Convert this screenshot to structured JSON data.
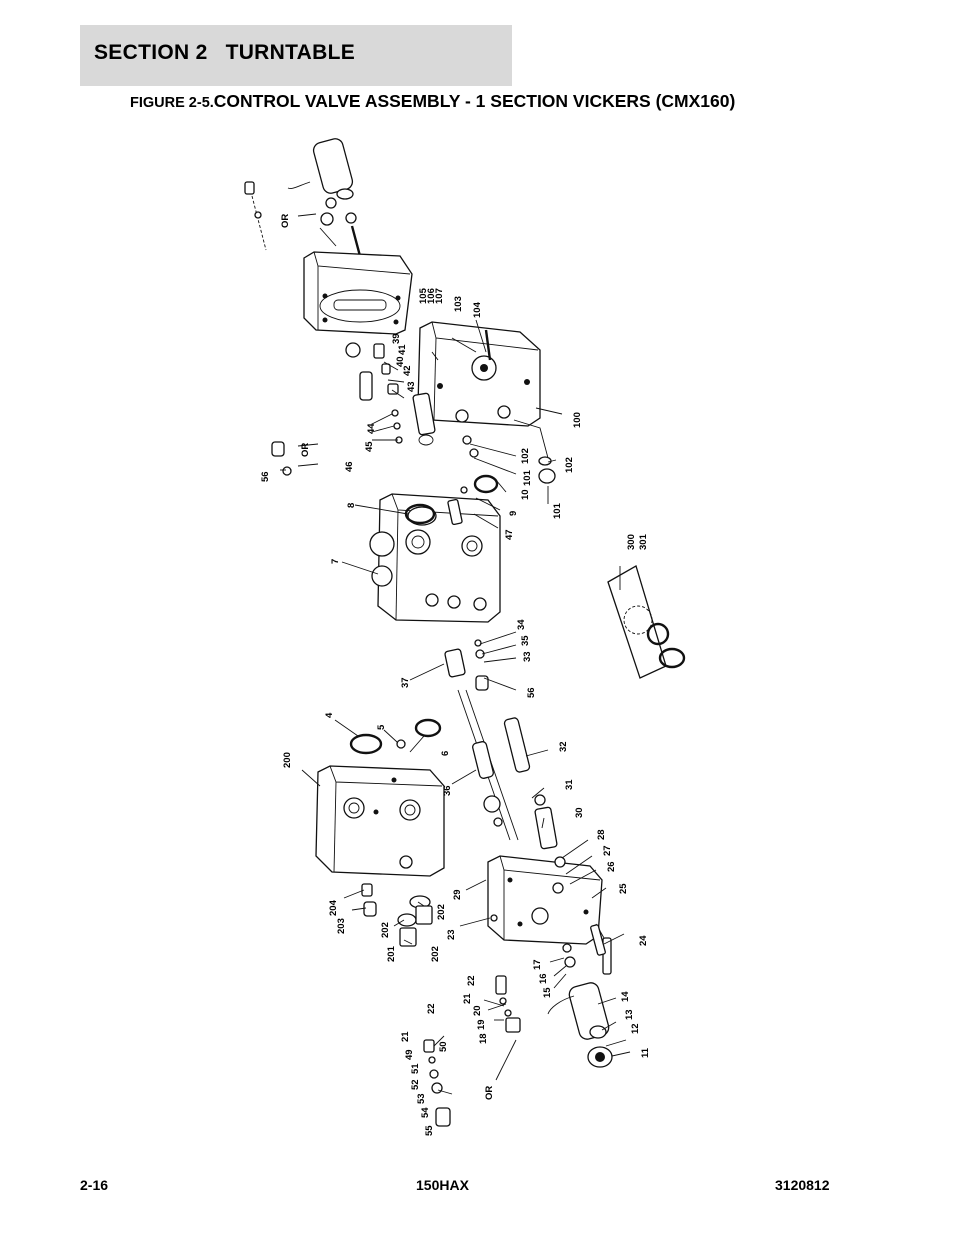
{
  "header": {
    "section": "SECTION 2",
    "section_title": "TURNTABLE",
    "figure_prefix": "FIGURE 2-5.",
    "figure_title": "CONTROL VALVE ASSEMBLY - 1 SECTION VICKERS (CMX160)"
  },
  "diagram": {
    "callouts": {
      "or_top": "OR",
      "or_mid": "OR",
      "or_bottom": "OR",
      "c105": "105",
      "c106": "106",
      "c107": "107",
      "c103": "103",
      "c104": "104",
      "c100": "100",
      "c102a": "102",
      "c102b": "102",
      "c101a": "101",
      "c101b": "101",
      "c10": "10",
      "c9": "9",
      "c47": "47",
      "c8": "8",
      "c7": "7",
      "c39": "39",
      "c41": "41",
      "c40": "40",
      "c42": "42",
      "c43": "43",
      "c44": "44",
      "c45": "45",
      "c46": "46",
      "c56a": "56",
      "c56b": "56",
      "c300": "300",
      "c301": "301",
      "c34": "34",
      "c35": "35",
      "c33": "33",
      "c37": "37",
      "c4": "4",
      "c5": "5",
      "c6": "6",
      "c32": "32",
      "c31": "31",
      "c30": "30",
      "c36": "36",
      "c200": "200",
      "c28": "28",
      "c27": "27",
      "c26": "26",
      "c25": "25",
      "c24": "24",
      "c29": "29",
      "c23": "23",
      "c204": "204",
      "c203": "203",
      "c202a": "202",
      "c202b": "202",
      "c202c": "202",
      "c201": "201",
      "c22a": "22",
      "c22b": "22",
      "c21a": "21",
      "c21b": "21",
      "c20": "20",
      "c19": "19",
      "c18": "18",
      "c17": "17",
      "c16": "16",
      "c15": "15",
      "c14": "14",
      "c13": "13",
      "c12": "12",
      "c11": "11",
      "c49": "49",
      "c50": "50",
      "c51": "51",
      "c52": "52",
      "c53": "53",
      "c54": "54",
      "c55": "55"
    }
  },
  "footer": {
    "page": "2-16",
    "model": "150HAX",
    "doc_number": "3120812"
  }
}
